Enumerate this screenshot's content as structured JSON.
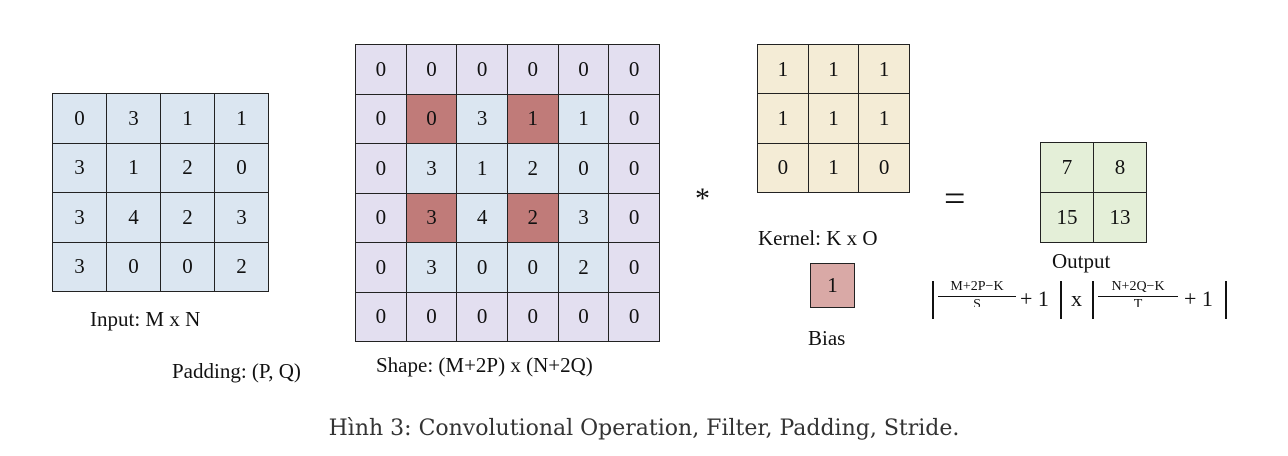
{
  "colors": {
    "input_cell": "#dbe6f1",
    "padding_cell": "#e3dff0",
    "highlight_cell": "#c07b79",
    "kernel_cell": "#f4ecd6",
    "output_cell": "#e4efd8",
    "bias_cell": "#d9a9a6"
  },
  "input": {
    "label": "Input: M x N",
    "rows": [
      [
        "0",
        "3",
        "1",
        "1"
      ],
      [
        "3",
        "1",
        "2",
        "0"
      ],
      [
        "3",
        "4",
        "2",
        "3"
      ],
      [
        "3",
        "0",
        "0",
        "2"
      ]
    ]
  },
  "padding": {
    "label": "Padding: (P, Q)"
  },
  "padded": {
    "label": "Shape: (M+2P) x (N+2Q)",
    "rows": [
      [
        "0",
        "0",
        "0",
        "0",
        "0",
        "0"
      ],
      [
        "0",
        "0",
        "3",
        "1",
        "1",
        "0"
      ],
      [
        "0",
        "3",
        "1",
        "2",
        "0",
        "0"
      ],
      [
        "0",
        "3",
        "4",
        "2",
        "3",
        "0"
      ],
      [
        "0",
        "3",
        "0",
        "0",
        "2",
        "0"
      ],
      [
        "0",
        "0",
        "0",
        "0",
        "0",
        "0"
      ]
    ],
    "highlighted": [
      [
        1,
        1
      ],
      [
        1,
        3
      ],
      [
        3,
        1
      ],
      [
        3,
        3
      ]
    ]
  },
  "operators": {
    "convolve": "*",
    "equals": "="
  },
  "kernel": {
    "label": "Kernel: K x O",
    "rows": [
      [
        "1",
        "1",
        "1"
      ],
      [
        "1",
        "1",
        "1"
      ],
      [
        "0",
        "1",
        "0"
      ]
    ]
  },
  "bias": {
    "label": "Bias",
    "value": "1"
  },
  "output": {
    "label": "Output",
    "rows": [
      [
        "7",
        "8"
      ],
      [
        "15",
        "13"
      ]
    ]
  },
  "formula": {
    "left_numerator": "M+2P−K",
    "left_denominator": "S",
    "right_numerator": "N+2Q−K",
    "right_denominator": "T",
    "plus_one": "+ 1",
    "times": "x"
  },
  "caption": "Hình 3: Convolutional Operation, Filter, Padding, Stride."
}
